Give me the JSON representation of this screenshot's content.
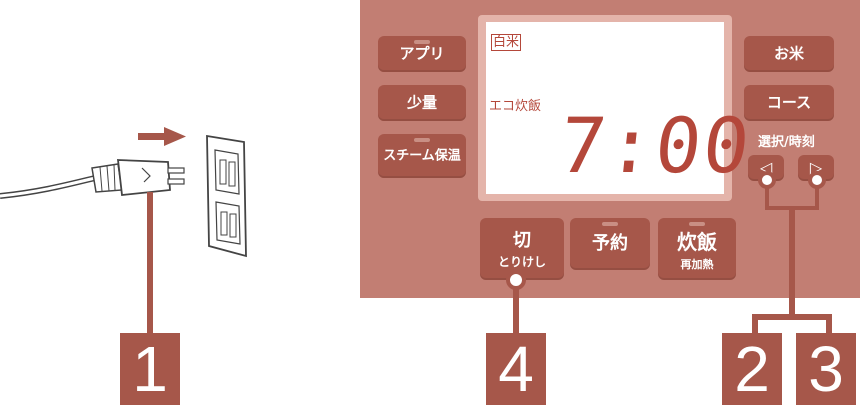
{
  "buttons_left": [
    {
      "label": "アプリ",
      "name": "app-button"
    },
    {
      "label": "少量",
      "name": "small-amount-button"
    },
    {
      "label": "スチーム保温",
      "name": "steam-keep-warm-button"
    }
  ],
  "buttons_right": [
    {
      "label": "お米",
      "name": "rice-button"
    },
    {
      "label": "コース",
      "name": "course-button"
    }
  ],
  "select_time_label": "選択/時刻",
  "select_arrows": {
    "left": "◁",
    "right": "▷"
  },
  "buttons_bottom": {
    "cancel": {
      "label": "切",
      "sub": "とりけし"
    },
    "timer": {
      "label": "予約"
    },
    "cook": {
      "label": "炊飯",
      "sub": "再加熱"
    }
  },
  "lcd": {
    "mode": "白米",
    "course": "エコ炊飯",
    "time": "7:00"
  },
  "callouts": [
    "1",
    "4",
    "2",
    "3"
  ],
  "colors": {
    "panel": "#c27e73",
    "button": "#a6574a",
    "lcd_text": "#b4473a",
    "callout_line": "#a6574a"
  }
}
